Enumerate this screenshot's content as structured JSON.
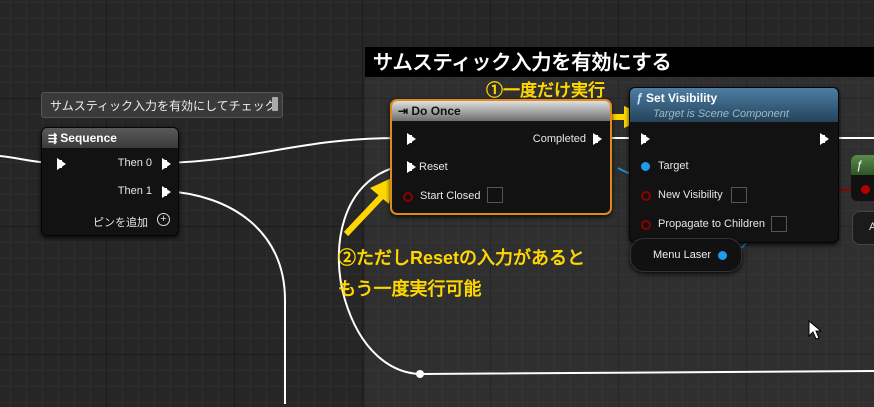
{
  "comment": {
    "title": "サムスティック入力を有効にする",
    "bubble": "サムスティック入力を有効にしてチェック"
  },
  "sequence_node": {
    "title": "Sequence",
    "then0": "Then 0",
    "then1": "Then 1",
    "add_pin": "ピンを追加"
  },
  "do_once_node": {
    "title": "Do Once",
    "completed": "Completed",
    "reset": "Reset",
    "start_closed": "Start Closed"
  },
  "set_visibility_node": {
    "title": "Set Visibility",
    "subtitle": "Target is Scene Component",
    "target": "Target",
    "new_visibility": "New Visibility",
    "propagate": "Propagate to Children"
  },
  "menu_laser_node": {
    "label": "Menu Laser"
  },
  "partial_node": {
    "label": "A"
  },
  "annotations": {
    "note1": "①一度だけ実行",
    "note2_line1": "②ただしResetの入力があると",
    "note2_line2": "もう一度実行可能"
  },
  "colors": {
    "annotation": "#ffd700",
    "do_once_highlight": "#e08a1e",
    "function_header": "#3f6d8f",
    "object_pin": "#1e9bea",
    "bool_pin": "#8c0000"
  }
}
